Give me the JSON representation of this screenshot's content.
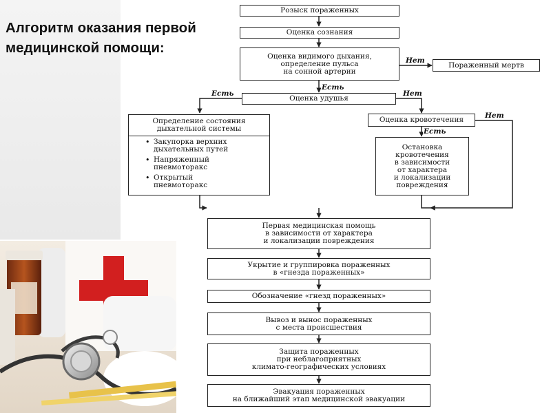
{
  "title": "Алгоритм оказания первой медицинской помощи:",
  "flowchart": {
    "search": "Розыск пораженных",
    "consciousness": "Оценка сознания",
    "breathing": [
      "Оценка видимого дыхания,",
      "определение пульса",
      "на сонной артерии"
    ],
    "dead": "Пораженный мертв",
    "suffocation": "Оценка удушья",
    "respiratory": {
      "header": [
        "Определение состояния",
        "дыхательной системы"
      ],
      "items": [
        [
          "Закупорка верхних",
          "дыхательных путей"
        ],
        [
          "Напряженный",
          "пневмоторакс"
        ],
        [
          "Открытый",
          "пневмоторакс"
        ]
      ]
    },
    "bleeding": "Оценка кровотечения",
    "stop_bleeding": [
      "Остановка",
      "кровотечения",
      "в зависимости",
      "от характера",
      "и локализации",
      "повреждения"
    ],
    "first_aid": [
      "Первая медицинская помощь",
      "в зависимости от характера",
      "и локализации повреждения"
    ],
    "shelter": [
      "Укрытие и группировка пораженных",
      "в «гнезда пораженных»"
    ],
    "marking": "Обозначение «гнезд пораженных»",
    "removal": [
      "Вывоз и вынос пораженных",
      "с места происшествия"
    ],
    "protection": [
      "Защита пораженных",
      "при неблагоприятных",
      "климато-географических условиях"
    ],
    "evacuation": [
      "Эвакуация пораженных",
      "на ближайший этап медицинской эвакуации"
    ],
    "labels": {
      "no_1": "Нет",
      "yes_1": "Есть",
      "yes_2": "Есть",
      "no_2": "Нет",
      "no_3": "Нет",
      "yes_3": "Есть"
    }
  }
}
